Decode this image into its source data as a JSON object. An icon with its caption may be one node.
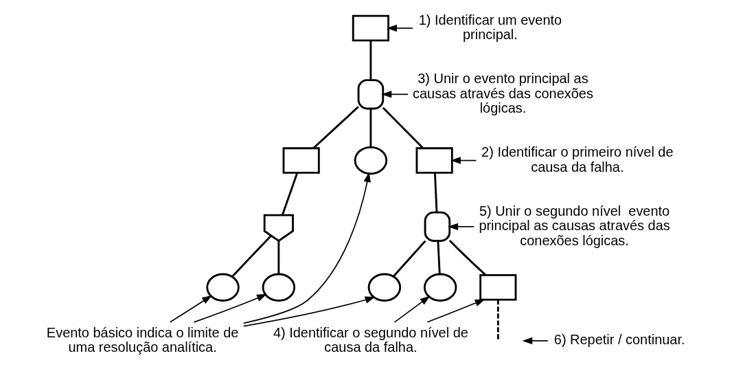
{
  "diagram": {
    "nodes": [
      {
        "text": [],
        "shape": "box"
      },
      {
        "text": [],
        "shape": "and-gate"
      },
      {
        "text": [],
        "shape": "box"
      },
      {
        "text": [],
        "shape": "circle"
      },
      {
        "text": [],
        "shape": "box"
      },
      {
        "text": [],
        "shape": "or-gate"
      },
      {
        "text": [],
        "shape": "and-gate"
      },
      {
        "text": [],
        "shape": "circle"
      },
      {
        "text": [],
        "shape": "circle"
      },
      {
        "text": [],
        "shape": "circle"
      },
      {
        "text": [],
        "shape": "circle"
      },
      {
        "text": [],
        "shape": "box"
      },
      {
        "text": [
          "1) Identificar um evento principal."
        ]
      },
      {
        "text": [
          "3) Unir o evento principal as causas através das conexões lógicas."
        ]
      },
      {
        "text": [
          "2) Identificar o primeiro nível de causa da falha."
        ]
      },
      {
        "text": [
          "5) Unir o segundo nível  evento principal as causas através das conexões lógicas."
        ]
      },
      {
        "text": [
          "4) Identificar o segundo nível de causa da falha."
        ]
      },
      {
        "text": [
          "6) Repetir / continuar."
        ]
      },
      {
        "text": [
          "Evento básico indica o limite de uma resolução analítica."
        ]
      }
    ],
    "edges": [
      {
        "from": 0,
        "to": 1,
        "arrow": "none"
      },
      {
        "from": 1,
        "to": 2,
        "arrow": "none"
      },
      {
        "from": 1,
        "to": 3,
        "arrow": "none"
      },
      {
        "from": 1,
        "to": 4,
        "arrow": "none"
      },
      {
        "from": 2,
        "to": 5,
        "arrow": "none"
      },
      {
        "from": 5,
        "to": 7,
        "arrow": "none"
      },
      {
        "from": 5,
        "to": 8,
        "arrow": "none"
      },
      {
        "from": 4,
        "to": 6,
        "arrow": "none"
      },
      {
        "from": 6,
        "to": 9,
        "arrow": "none"
      },
      {
        "from": 6,
        "to": 10,
        "arrow": "none"
      },
      {
        "from": 6,
        "to": 11,
        "arrow": "none"
      },
      {
        "from": 11,
        "to": null,
        "arrow": "none",
        "style": "dashed"
      },
      {
        "from": 12,
        "to": 0,
        "arrow": "to"
      },
      {
        "from": 13,
        "to": 1,
        "arrow": "to"
      },
      {
        "from": 14,
        "to": 4,
        "arrow": "to"
      },
      {
        "from": 15,
        "to": 6,
        "arrow": "to"
      },
      {
        "from": 16,
        "to": 10,
        "arrow": "to"
      },
      {
        "from": 16,
        "to": 11,
        "arrow": "to"
      },
      {
        "from": 17,
        "to": null,
        "arrow": "to"
      },
      {
        "from": 18,
        "to": 7,
        "arrow": "to"
      },
      {
        "from": 18,
        "to": 8,
        "arrow": "to"
      },
      {
        "from": 18,
        "to": 3,
        "arrow": "to"
      },
      {
        "from": 18,
        "to": 9,
        "arrow": "to"
      }
    ]
  }
}
